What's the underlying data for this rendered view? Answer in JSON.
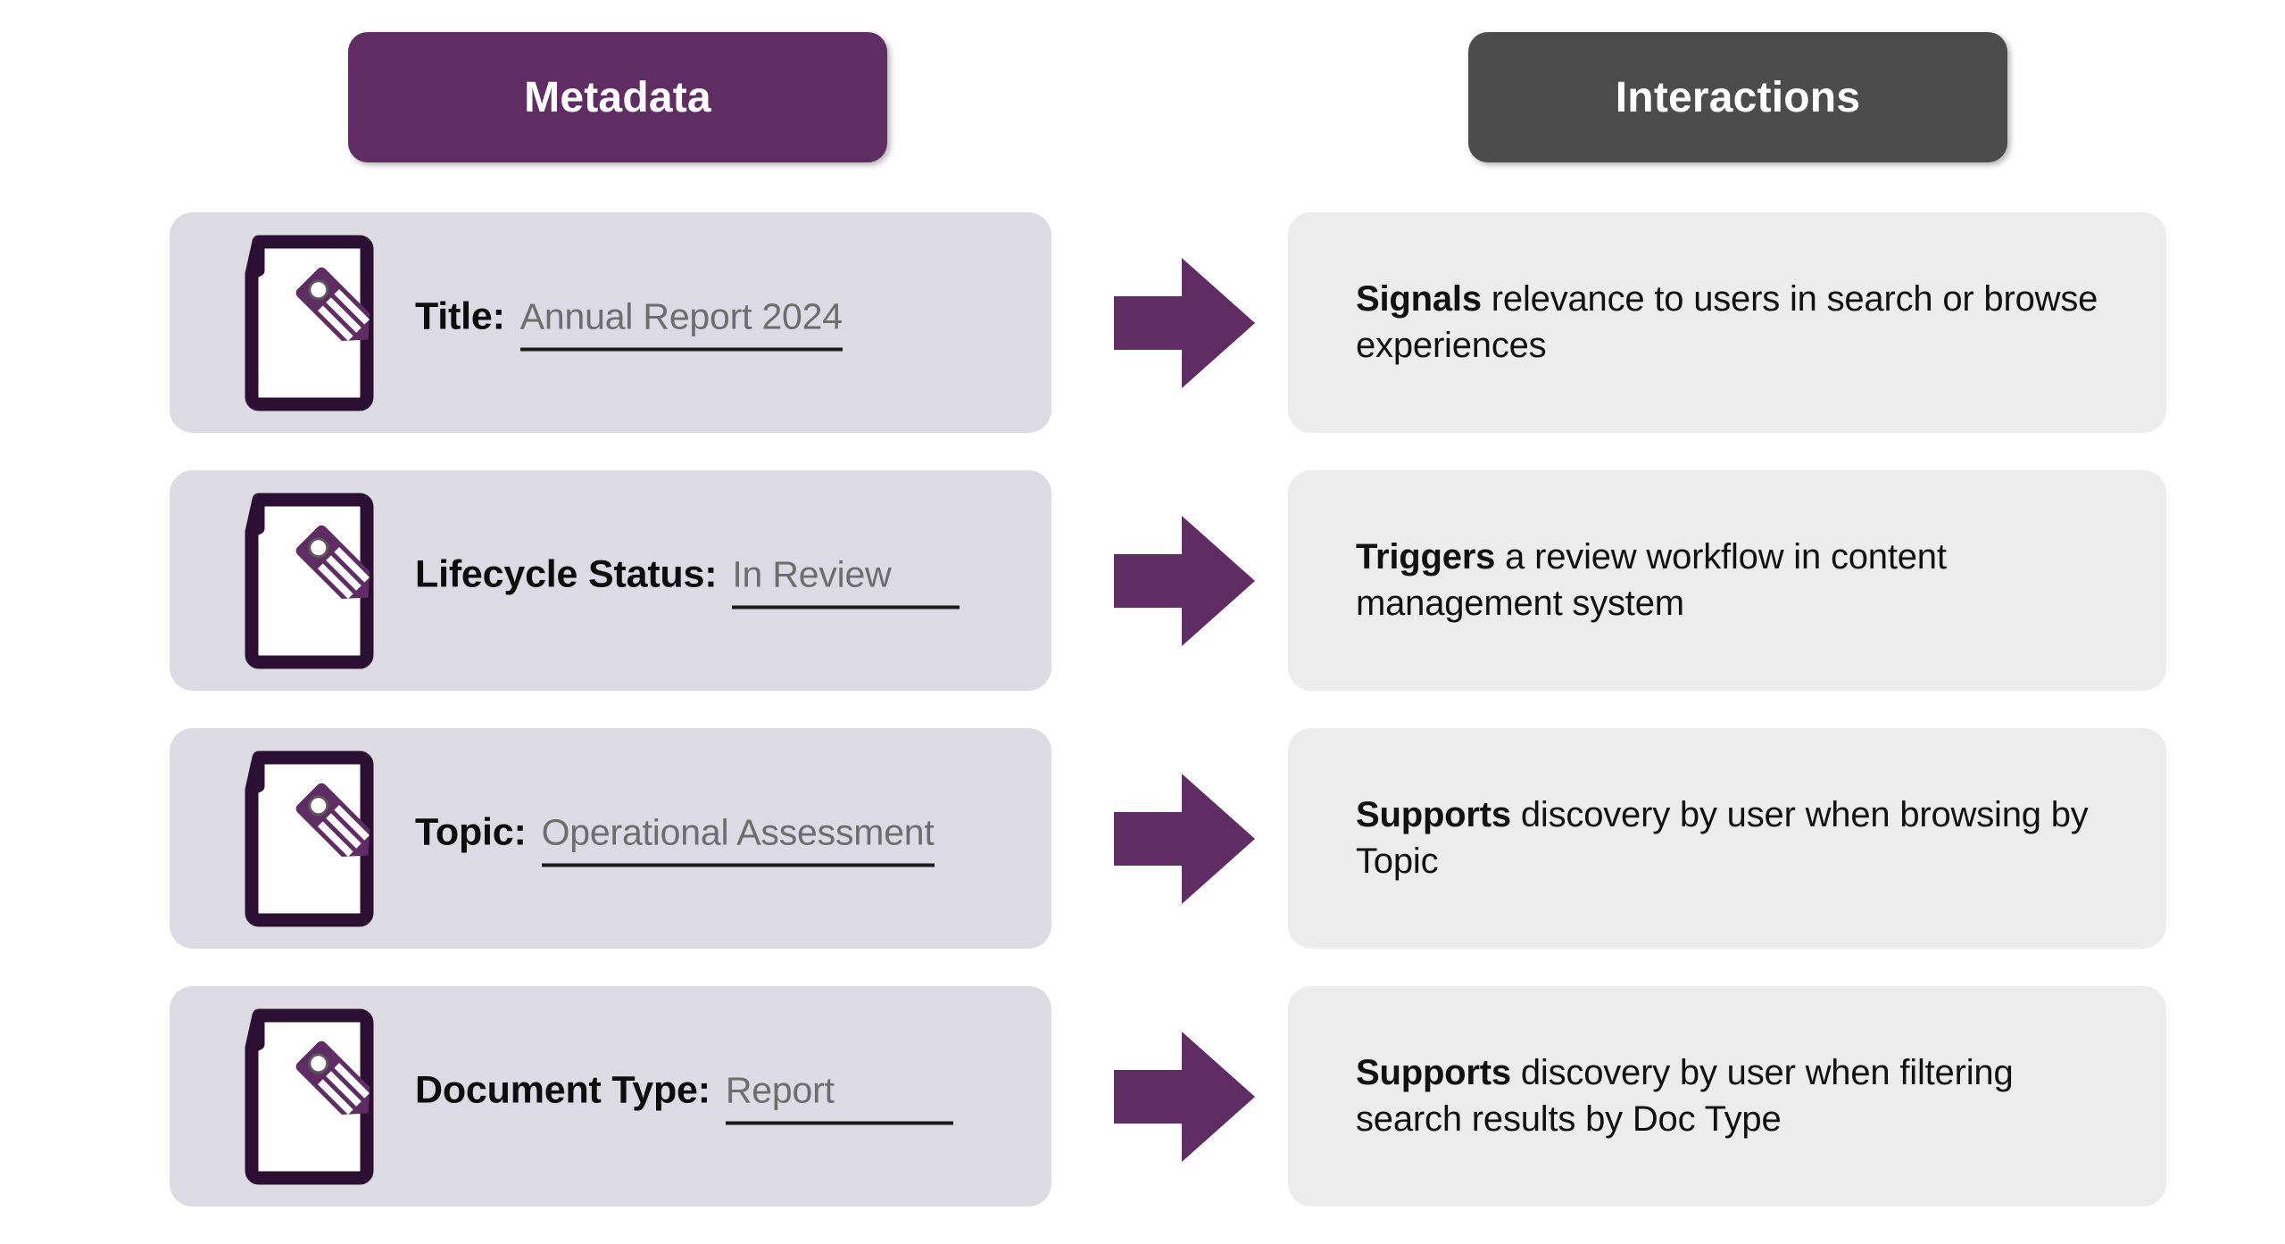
{
  "headers": {
    "metadata": {
      "label": "Metadata",
      "color": "#5f2d63"
    },
    "interactions": {
      "label": "Interactions",
      "color": "#4c4c4c"
    }
  },
  "theme": {
    "accent_purple": "#5f2d63",
    "icon_outline": "#2b1033",
    "metadata_card_bg": "#dcdae3",
    "interaction_card_bg": "#ececec",
    "arrow_color": "#5f2d63"
  },
  "rows": [
    {
      "icon": "document-tag-icon",
      "metadata": {
        "label": "Title:",
        "value": "Annual Report 2024"
      },
      "arrow": "right-arrow-icon",
      "interaction": {
        "bold": "Signals",
        "rest": " relevance to users in search or browse experiences"
      }
    },
    {
      "icon": "document-tag-icon",
      "metadata": {
        "label": "Lifecycle Status:",
        "value": "In Review"
      },
      "arrow": "right-arrow-icon",
      "interaction": {
        "bold": "Triggers",
        "rest": " a review workflow in content management system"
      }
    },
    {
      "icon": "document-tag-icon",
      "metadata": {
        "label": "Topic:",
        "value": "Operational Assessment"
      },
      "arrow": "right-arrow-icon",
      "interaction": {
        "bold": "Supports",
        "rest": " discovery by user when browsing by Topic"
      }
    },
    {
      "icon": "document-tag-icon",
      "metadata": {
        "label": "Document Type:",
        "value": "Report"
      },
      "arrow": "right-arrow-icon",
      "interaction": {
        "bold": "Supports",
        "rest": " discovery by user when filtering search results by Doc Type"
      }
    }
  ]
}
